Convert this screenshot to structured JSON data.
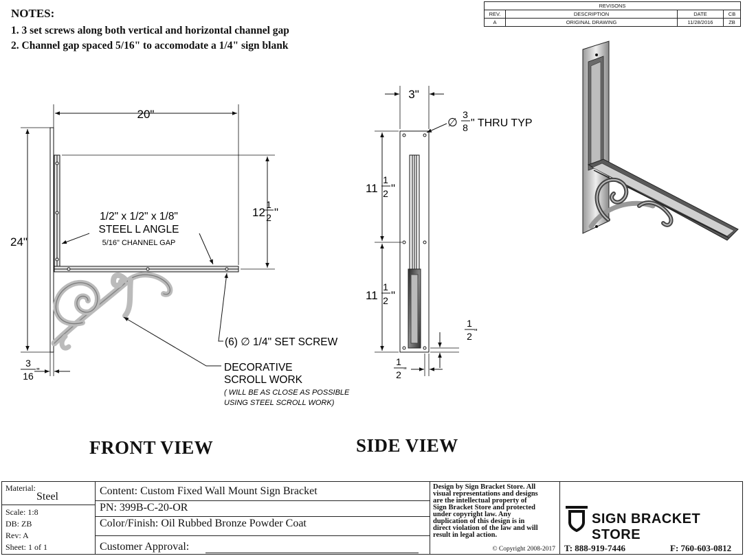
{
  "notes": {
    "title": "NOTES:",
    "items": [
      "1.  3 set screws along both vertical and horizontal channel gap",
      "2.  Channel gap spaced 5/16\" to accomodate a 1/4\" sign blank"
    ]
  },
  "revisions": {
    "title": "REVISONS",
    "headers": [
      "REV.",
      "DESCRIPTION",
      "DATE",
      "CB"
    ],
    "rows": [
      [
        "A",
        "ORIGINAL DRAWING",
        "11/28/2016",
        "ZB"
      ]
    ]
  },
  "front_view": {
    "title": "FRONT VIEW",
    "dim_width": "20\"",
    "dim_height": "24\"",
    "dim_inner_height_whole": "12",
    "dim_inner_height_num": "1",
    "dim_inner_height_den": "2",
    "dim_inner_height_unit": "\"",
    "dim_thickness_num": "3",
    "dim_thickness_den": "16",
    "dim_thickness_unit": "\"",
    "angle_label_1": "1/2\" x 1/2\" x 1/8\"",
    "angle_label_2": "STEEL L ANGLE",
    "angle_label_3": "5/16\" CHANNEL GAP",
    "set_screw_label": "(6) ∅ 1/4\" SET SCREW",
    "scroll_label_1": "DECORATIVE",
    "scroll_label_2": "SCROLL WORK",
    "scroll_note_1": "( WILL BE AS CLOSE AS POSSIBLE",
    "scroll_note_2": "USING STEEL SCROLL WORK)"
  },
  "side_view": {
    "title": "SIDE VIEW",
    "dim_width": "3\"",
    "hole_symbol": "∅",
    "hole_num": "3",
    "hole_den": "8",
    "hole_text": "\" THRU TYP",
    "dim_upper_whole": "11",
    "dim_upper_num": "1",
    "dim_upper_den": "2",
    "dim_upper_unit": "\"",
    "dim_lower_whole": "11",
    "dim_lower_num": "1",
    "dim_lower_den": "2",
    "dim_lower_unit": "\"",
    "dim_edge_num": "1",
    "dim_edge_den": "2",
    "dim_edge_unit": "\"",
    "dim_bottom_num": "1",
    "dim_bottom_den": "2",
    "dim_bottom_unit": "\""
  },
  "title_block": {
    "material_label": "Material:",
    "material_value": "Steel",
    "scale": "Scale: 1:8",
    "db": "DB: ZB",
    "rev": "Rev: A",
    "sheet": "Sheet: 1 of 1",
    "content": "Content: Custom Fixed Wall Mount Sign Bracket",
    "pn": "PN: 399B-C-20-OR",
    "finish": "Color/Finish: Oil Rubbed Bronze Powder Coat",
    "approval": "Customer Approval:",
    "legal_lines": [
      "Design by Sign Bracket Store. All",
      "visual representations and designs",
      "are the intellectual property of",
      "Sign Bracket Store and protected",
      "under copyright law. Any",
      "duplication of this design is in",
      "direct violation of the law and will",
      "result in legal action."
    ],
    "copyright": "© Copyright 2008-2017",
    "brand_name": "SIGN BRACKET STORE",
    "phone": "T: 888-919-7446",
    "fax": "F: 760-603-0812"
  },
  "colors": {
    "line": "#111111",
    "metal": "#c8c8c8",
    "dark_metal": "#555555"
  }
}
